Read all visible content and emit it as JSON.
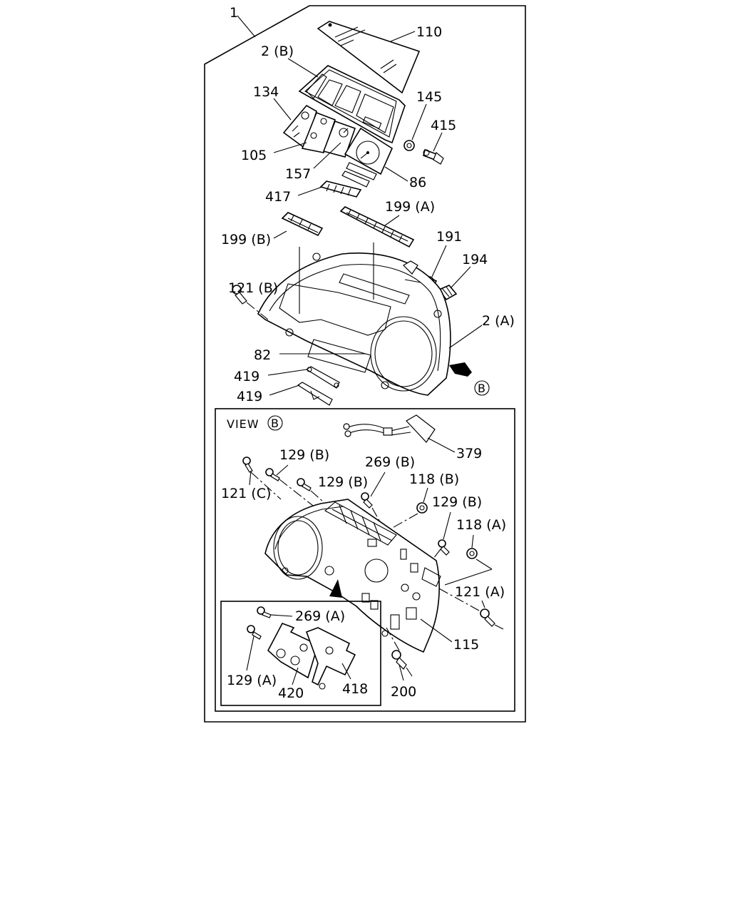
{
  "labels": {
    "l1": "1",
    "l110": "110",
    "l2b": "2 (B)",
    "l134": "134",
    "l145": "145",
    "l415": "415",
    "l105": "105",
    "l157": "157",
    "l86": "86",
    "l417": "417",
    "l199a": "199 (A)",
    "l199b": "199 (B)",
    "l191": "191",
    "l194": "194",
    "l121b": "121 (B)",
    "l2a": "2 (A)",
    "l82": "82",
    "l419a": "419",
    "l419b": "419",
    "lB": "B",
    "view_prefix": "VIEW",
    "view_letter": "B",
    "l379": "379",
    "l129b1": "129 (B)",
    "l269b": "269 (B)",
    "l121c": "121 (C)",
    "l129b2": "129 (B)",
    "l118b": "118 (B)",
    "l129b3": "129 (B)",
    "l118a": "118 (A)",
    "l121a": "121 (A)",
    "l269a": "269 (A)",
    "l115": "115",
    "l129a": "129 (A)",
    "l420": "420",
    "l418": "418",
    "l200": "200"
  }
}
